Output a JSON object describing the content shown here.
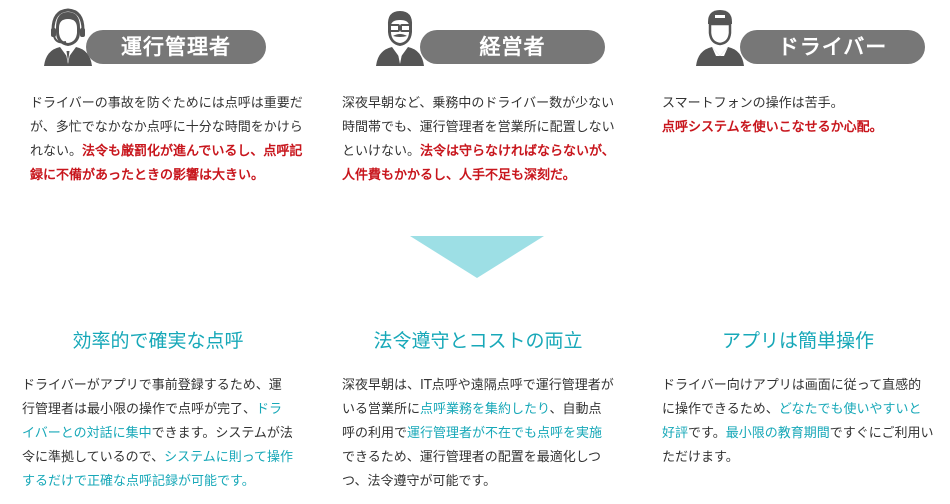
{
  "personas": [
    {
      "label": "運行管理者",
      "icon": "headset-operator-icon",
      "text_normal": "ドライバーの事故を防ぐためには点呼は重要だが、多忙でなかなか点呼に十分な時間をかけられない。",
      "text_highlight": "法令も厳罰化が進んでいるし、点呼記録に不備があったときの影響は大きい。"
    },
    {
      "label": "経営者",
      "icon": "executive-mustache-icon",
      "text_normal": "深夜早朝など、乗務中のドライバー数が少ない時間帯でも、運行管理者を営業所に配置しないといけない。",
      "text_highlight": "法令は守らなければならないが、人件費もかかるし、人手不足も深刻だ。"
    },
    {
      "label": "ドライバー",
      "icon": "driver-cap-icon",
      "text_normal": "スマートフォンの操作は苦手。",
      "text_highlight": "点呼システムを使いこなせるか心配。"
    }
  ],
  "arrow": {
    "icon": "down-arrow-icon",
    "color": "#9ddfe5"
  },
  "colors": {
    "highlight_red": "#c8161d",
    "accent_teal": "#17a8b8",
    "pill_gray": "#777777"
  },
  "solutions": [
    {
      "title": "効率的で確実な点呼",
      "segments": [
        {
          "t": "ドライバーがアプリで事前登録するため、運行管理者は最小限の操作で点呼が完了、",
          "hl": false
        },
        {
          "t": "ドライバーとの対話に集中",
          "hl": true
        },
        {
          "t": "できます。システムが法令に準拠しているので、",
          "hl": false
        },
        {
          "t": "システムに則って操作するだけで正確な点呼記録が可能です。",
          "hl": true
        }
      ]
    },
    {
      "title": "法令遵守とコストの両立",
      "segments": [
        {
          "t": "深夜早朝は、IT点呼や遠隔点呼で運行管理者がいる営業所に",
          "hl": false
        },
        {
          "t": "点呼業務を集約したり",
          "hl": true
        },
        {
          "t": "、自動点呼の利用で",
          "hl": false
        },
        {
          "t": "運行管理者が不在でも点呼を実施",
          "hl": true
        },
        {
          "t": "できるため、運行管理者の配置を最適化しつつ、法令遵守が可能です。",
          "hl": false
        }
      ]
    },
    {
      "title": "アプリは簡単操作",
      "segments": [
        {
          "t": "ドライバー向けアプリは画面に従って直感的に操作できるため、",
          "hl": false
        },
        {
          "t": "どなたでも使いやすいと好評",
          "hl": true
        },
        {
          "t": "です。",
          "hl": false
        },
        {
          "t": "最小限の教育期間",
          "hl": true
        },
        {
          "t": "ですぐにご利用いただけます。",
          "hl": false
        }
      ]
    }
  ]
}
